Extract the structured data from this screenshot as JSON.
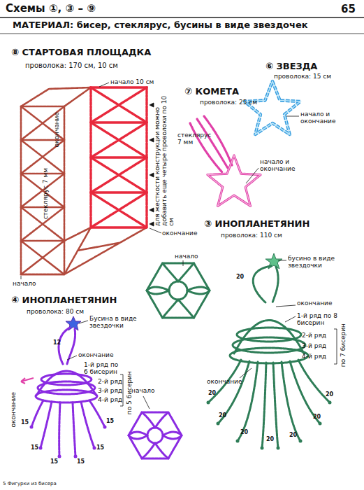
{
  "diagram": {
    "title": "Схемы ①, ③ – ⑨",
    "labels": [
      "65",
      "МАТЕРИАЛ: бисер, стеклярус, бусины в виде звездочек",
      "⑧ СТАРТОВАЯ ПЛОЩАДКА",
      "проволока: 170 см, 10 см",
      "начало 10 см",
      "окончание",
      "стеклярус 7 мм",
      "для жесткости конструкции можно добавить еще четыре проволоки по 10 см",
      "окончание",
      "начало",
      "⑥ ЗВЕЗДА",
      "проволока: 15 см",
      "начало и окончание",
      "⑦ КОМЕТА",
      "проволока: 25 см",
      "стеклярус 7 мм",
      "начало и окончание",
      "③ ИНОПЛАНЕТЯНИН",
      "проволока: 110 см",
      "начало",
      "бусино в виде звездочки",
      "окончание",
      "1-й ряд по 8 бисерин",
      "2-й ряд",
      "3-й ряд",
      "4-й ряд",
      "по 7 бисерин",
      "окончание",
      "20",
      "20",
      "20",
      "20",
      "20",
      "20",
      "20",
      "20",
      "④ ИНОПЛАНЕТЯНИН",
      "проволока: 80 см",
      "Бусина в виде звездочки",
      "12",
      "окончание",
      "1-й ряд по 6 бисерин",
      "2-й ряд",
      "3-й ряд",
      "4-й ряд",
      "по 5 бисерин",
      "окончание",
      "начало",
      "15",
      "15",
      "15",
      "15",
      "15",
      "15",
      "5 Фигурки из бисера"
    ]
  }
}
